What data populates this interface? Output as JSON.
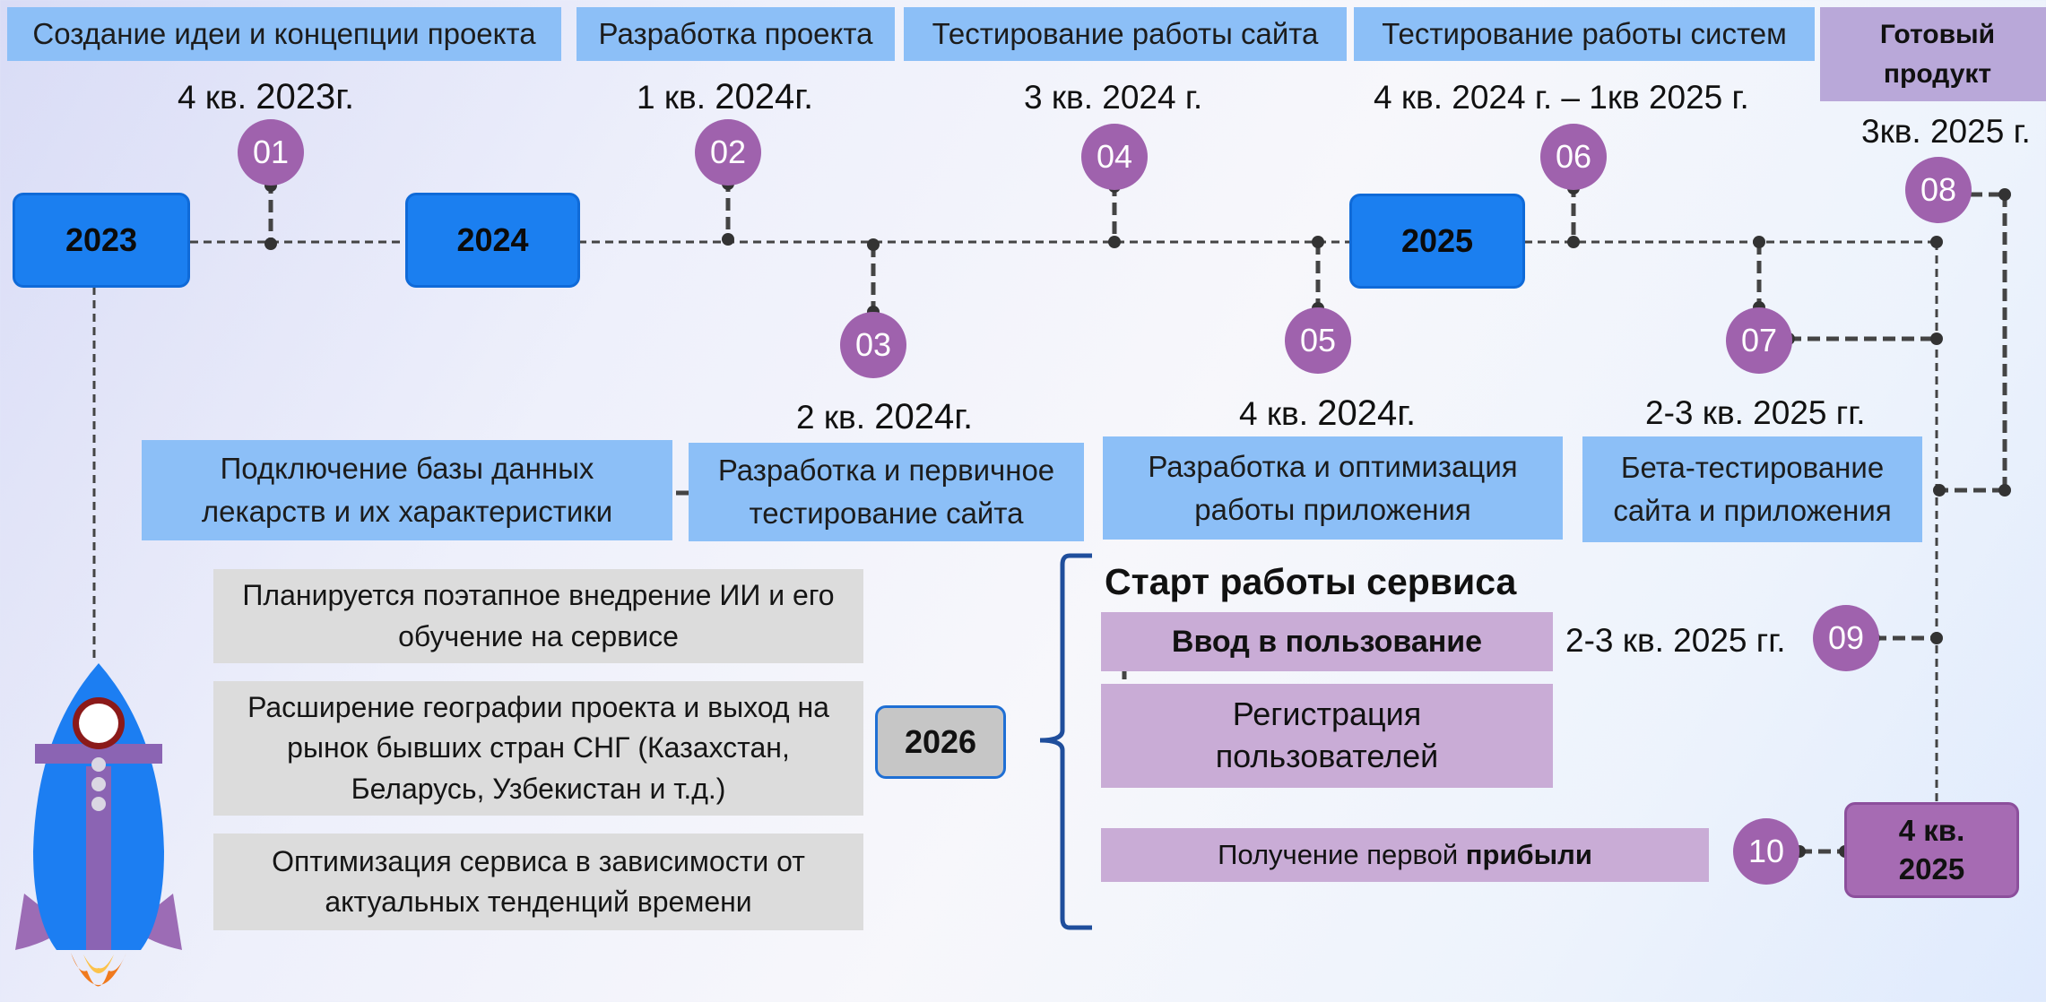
{
  "top_labels": [
    "Создание идеи и концепции проекта",
    "Разработка проекта",
    "Тестирование работы сайта",
    "Тестирование работы систем"
  ],
  "ready_product": "Готовый продукт",
  "years": {
    "y2023": "2023",
    "y2024": "2024",
    "y2025": "2025",
    "y2026": "2026",
    "final": "4 кв. 2025"
  },
  "dates": {
    "d01": {
      "pre": "4 кв. ",
      "big": "2023г."
    },
    "d02": {
      "pre": "1 кв. ",
      "big": "2024г."
    },
    "d03": {
      "pre": "2 кв. ",
      "big": "2024г."
    },
    "d04": "3 кв. 2024 г.",
    "d05": {
      "pre": "4 кв. ",
      "big": "2024г."
    },
    "d06": "4 кв. 2024 г. – 1кв 2025 г.",
    "d07": "2-3 кв. 2025 гг.",
    "d08": "3кв. 2025 г.",
    "d09": "2-3 кв. 2025 гг."
  },
  "milestones": [
    "01",
    "02",
    "03",
    "04",
    "05",
    "06",
    "07",
    "08",
    "09",
    "10"
  ],
  "stage_boxes": {
    "db": "Подключение базы данных лекарств и их характеристики",
    "site": "Разработка и первичное тестирование сайта",
    "app": "Разработка и оптимизация работы приложения",
    "beta": "Бета-тестирование сайта и приложения"
  },
  "plans_2026": [
    "Планируется поэтапное внедрение ИИ и его обучение на сервисе",
    "Расширение географии проекта и выход на рынок бывших стран СНГ (Казахстан, Беларусь, Узбекистан и т.д.)",
    "Оптимизация сервиса в зависимости от актуальных тенденций времени"
  ],
  "service": {
    "title": "Старт работы сервиса",
    "launch": "Ввод в пользование",
    "registration": "Регистрация пользователей",
    "profit_prefix": "Получение первой ",
    "profit_bold": "прибыли"
  },
  "colors": {
    "year_blue": "#1b7ff0",
    "label_blue": "#8cbff7",
    "milestone_purple": "#9f62ad",
    "lavender": "#c9acd6",
    "gray_box": "#dcdcdc",
    "brace_blue": "#1f4e9c"
  },
  "icons": [
    "rocket-icon"
  ]
}
